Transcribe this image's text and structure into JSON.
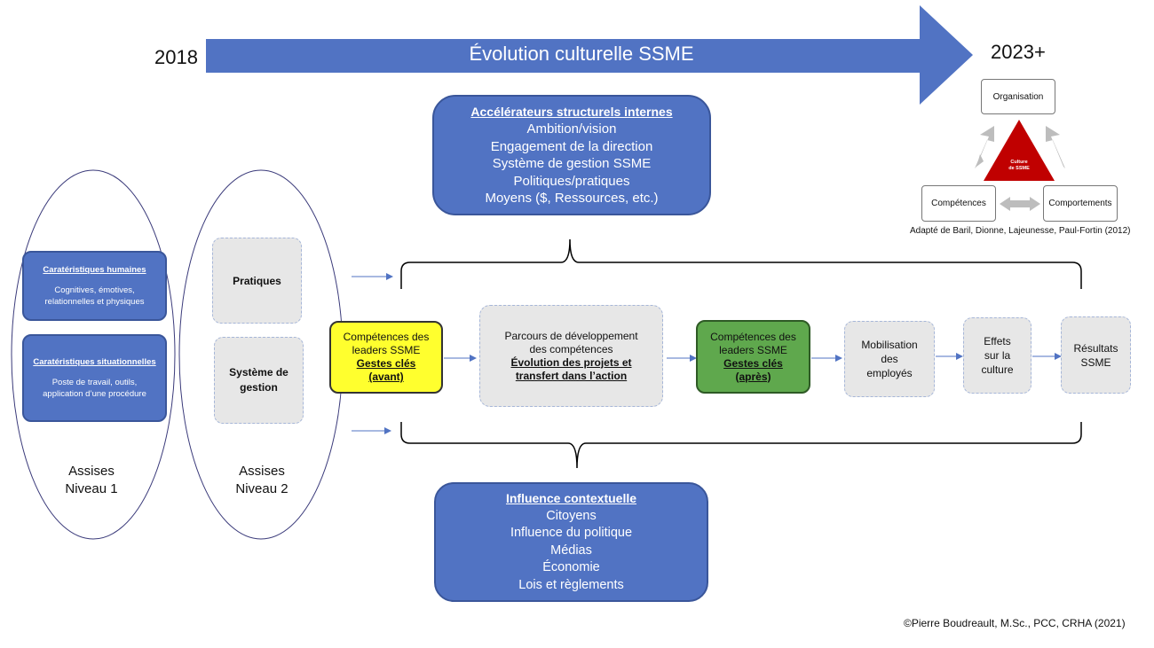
{
  "timeline": {
    "start_year": "2018",
    "end_year": "2023+",
    "title": "Évolution culturelle SSME"
  },
  "accelerateurs": {
    "title": "Accélérateurs structurels internes",
    "items": [
      "Ambition/vision",
      "Engagement de la direction",
      "Système de gestion SSME",
      "Politiques/pratiques",
      "Moyens ($, Ressources, etc.)"
    ]
  },
  "influence": {
    "title": "Influence contextuelle",
    "items": [
      "Citoyens",
      "Influence du politique",
      "Médias",
      "Économie",
      "Lois et règlements"
    ]
  },
  "culture_model": {
    "top": "Organisation",
    "left": "Compétences",
    "right": "Comportements",
    "center_line1": "Culture",
    "center_line2": "de SSME",
    "source": "Adapté de Baril, Dionne, Lajeunesse, Paul-Fortin (2012)"
  },
  "assises1": {
    "human_title": "Caratéristiques humaines",
    "human_text": "Cognitives, émotives, relationnelles et physiques",
    "situ_title": "Caratéristiques situationnelles",
    "situ_text": "Poste de travail, outils, application d’une procédure",
    "label_line1": "Assises",
    "label_line2": "Niveau 1"
  },
  "assises2": {
    "pratiques": "Pratiques",
    "systeme": "Système de gestion",
    "label_line1": "Assises",
    "label_line2": "Niveau 2"
  },
  "flow": {
    "avant_line1": "Compétences des",
    "avant_line2": "leaders SSME",
    "avant_line3": "Gestes clés",
    "avant_line4": "(avant)",
    "parcours_line1": "Parcours de développement",
    "parcours_line2": "des compétences",
    "parcours_line3": "Évolution des projets et",
    "parcours_line4": "transfert dans l’action",
    "apres_line1": "Compétences des",
    "apres_line2": "leaders SSME",
    "apres_line3": "Gestes clés",
    "apres_line4": "(après)",
    "mobilisation": "Mobilisation des employés",
    "effets": "Effets sur la culture",
    "resultats": "Résultats SSME"
  },
  "colors": {
    "blue": "#5173c3",
    "yellow": "#ffff2e",
    "green": "#5fa84d",
    "red": "#c00000",
    "grey": "#e7e7e7"
  },
  "copyright": "©Pierre Boudreault, M.Sc., PCC, CRHA (2021)"
}
